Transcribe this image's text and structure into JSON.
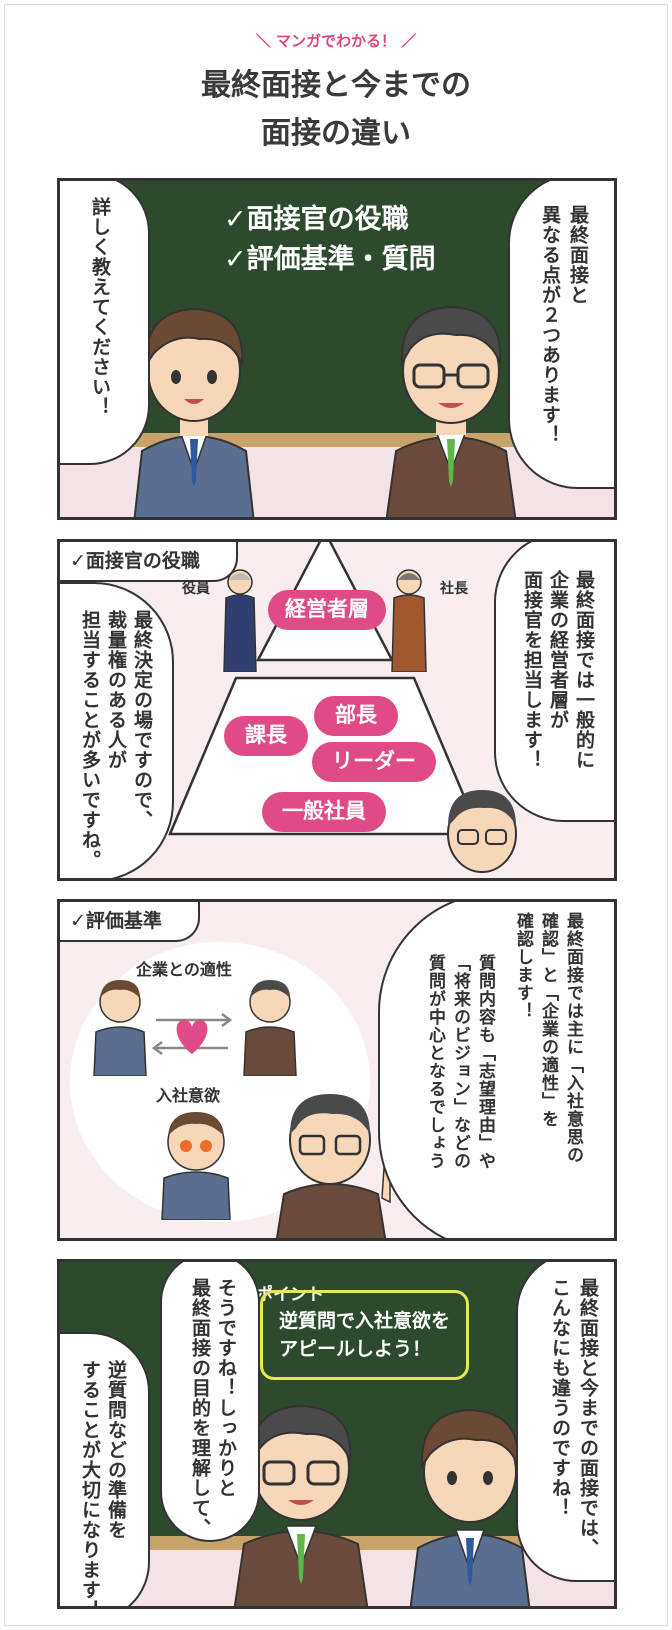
{
  "header": {
    "subtitle": "＼ マンガでわかる！ ／",
    "title_line1": "最終面接と今までの",
    "title_line2": "面接の違い"
  },
  "panel1": {
    "board_line1": "✓面接官の役職",
    "board_line2": "✓評価基準・質問",
    "bubble_left": "詳しく教えてください！",
    "bubble_right_col1": "最終面接と",
    "bubble_right_col2": "異なる点が２つあります！"
  },
  "panel2": {
    "tab": "✓面接官の役職",
    "label_yakuin": "役員",
    "label_shacho": "社長",
    "pill_top": "経営者層",
    "pill_bucho": "部長",
    "pill_kacho": "課長",
    "pill_leader": "リーダー",
    "pill_staff": "一般社員",
    "bubble_left_col1": "最終決定の場ですので、",
    "bubble_left_col2": "裁量権のある人が",
    "bubble_left_col3": "担当することが多いですね。",
    "bubble_right_col1": "最終面接では一般的に",
    "bubble_right_col2": "企業の経営者層が",
    "bubble_right_col3": "面接官を担当します！"
  },
  "panel3": {
    "tab": "✓評価基準",
    "label_fit": "企業との適性",
    "label_desire": "入社意欲",
    "bubble_col1": "最終面接では主に「入社意思の",
    "bubble_col2": "確認」と「企業の適性」を",
    "bubble_col3": "確認します！",
    "bubble_col4": "質問内容も「志望理由」や",
    "bubble_col5": "「将来のビジョン」などの",
    "bubble_col6": "質問が中心となるでしょう"
  },
  "panel4": {
    "point_label": "ポイント",
    "point_line1": "逆質問で入社意欲を",
    "point_line2": "アピールしよう！",
    "bubble_left_col1": "逆質問などの準備を",
    "bubble_left_col2": "することが大切になります！",
    "bubble_mid_col1": "そうですね！しっかりと",
    "bubble_mid_col2": "最終面接の目的を理解して、",
    "bubble_right_col1": "最終面接と今までの面接では、",
    "bubble_right_col2": "こんなにも違うのですね！"
  },
  "colors": {
    "accent_pink": "#e04a86",
    "chalkboard": "#2d4a2f",
    "point_border": "#e8e84a"
  }
}
